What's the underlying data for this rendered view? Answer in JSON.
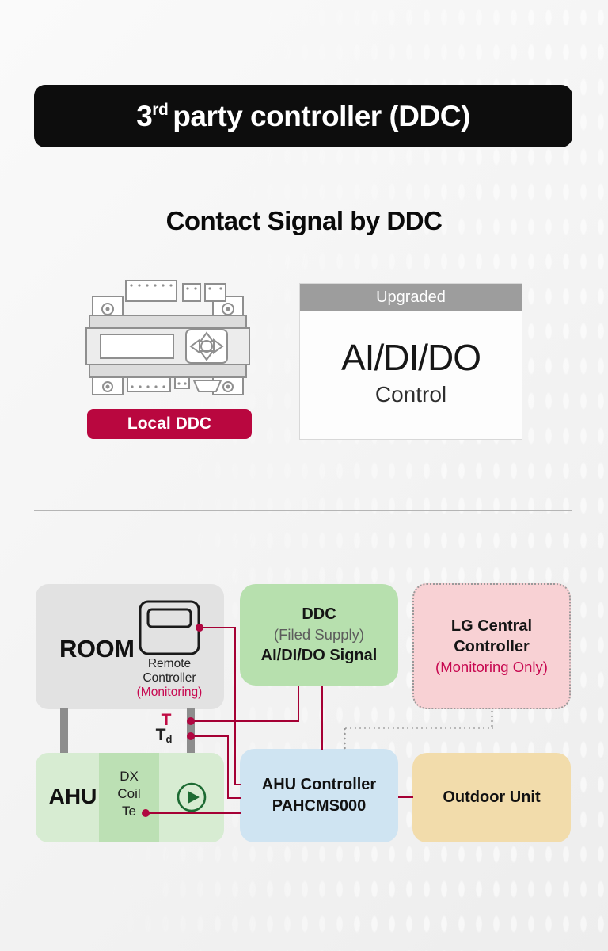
{
  "banner": {
    "title_base": "3",
    "title_sup": "rd",
    "title_rest": "party controller (DDC)"
  },
  "section_title": "Contact Signal by DDC",
  "local_ddc": {
    "label": "Local DDC"
  },
  "upgraded_card": {
    "header": "Upgraded",
    "main": "AI/DI/DO",
    "sub": "Control"
  },
  "diagram": {
    "room": {
      "title": "ROOM",
      "remote_line1": "Remote",
      "remote_line2": "Controller",
      "remote_note": "(Monitoring)"
    },
    "ddc": {
      "line1": "DDC",
      "line2": "(Filed Supply)",
      "line3": "AI/DI/DO Signal"
    },
    "lg_central": {
      "line1": "LG Central",
      "line2": "Controller",
      "note": "(Monitoring Only)"
    },
    "ahu": {
      "title": "AHU",
      "coil_line1": "DX",
      "coil_line2": "Coil",
      "coil_line3": "Te"
    },
    "ahu_controller": {
      "line1": "AHU Controller",
      "line2": "PAHCMS000"
    },
    "outdoor_unit": {
      "label": "Outdoor Unit"
    },
    "labels": {
      "t": "T",
      "td_base": "T",
      "td_sub": "d"
    }
  },
  "icons": {
    "ddc_device": "ddc-controller-illustration",
    "remote": "remote-controller-icon",
    "fan": "fan-play-icon"
  },
  "colors": {
    "banner_black": "#0d0d0d",
    "lg_line_red": "#a50034",
    "badge_red": "#b9073f",
    "note_red": "#c70850",
    "ddc_green": "#b7e0ae",
    "ahu_green": "#d7ecd2",
    "ahu_stripe_green": "#bce0b4",
    "fan_green": "#1d6b33",
    "controller_blue": "#cfe4f2",
    "outdoor_tan": "#f2dcab",
    "lg_central_pink": "#f8d1d4",
    "room_gray": "#e2e2e2",
    "upgraded_header_gray": "#9d9d9d"
  }
}
